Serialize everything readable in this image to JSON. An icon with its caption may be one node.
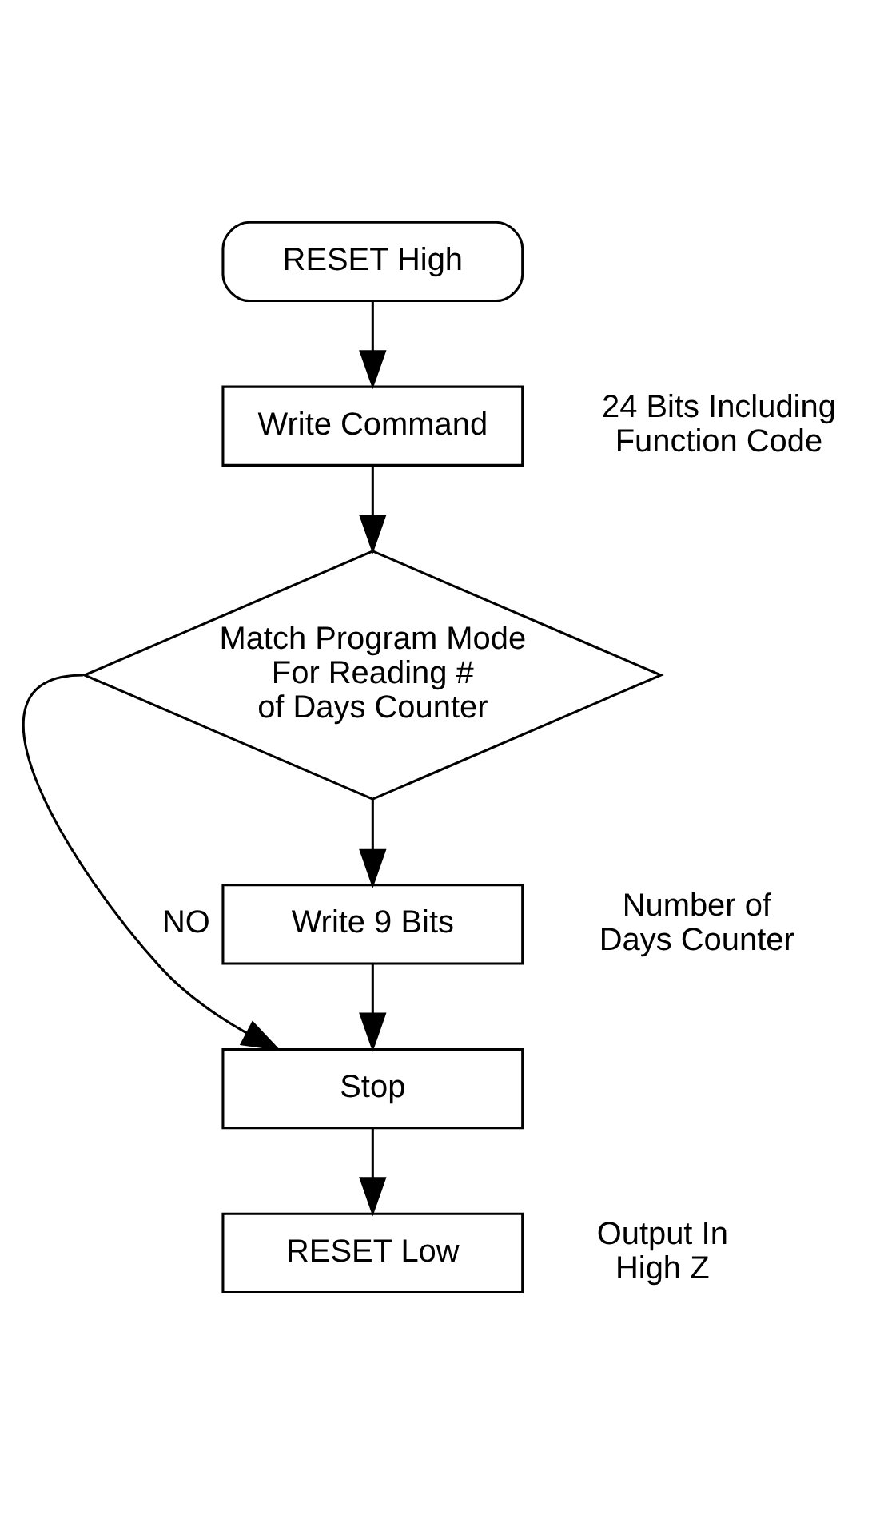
{
  "diagram": {
    "nodes": [
      {
        "text": [
          "RESET High"
        ]
      },
      {
        "text": [
          "Write Command"
        ],
        "beside": [
          "24 Bits Including Function Code"
        ]
      },
      {
        "text": [
          "Match Program Mode For Reading # of Days Counter"
        ]
      },
      {
        "text": [
          "Write 9 Bits"
        ],
        "beside": [
          "Number of Days Counter"
        ]
      },
      {
        "text": [
          "Stop"
        ]
      },
      {
        "text": [
          "RESET Low"
        ],
        "beside": [
          "Output In High Z"
        ]
      }
    ],
    "edges": [
      {
        "from": 0,
        "to": 1,
        "arrow": "to"
      },
      {
        "from": 1,
        "to": 2,
        "arrow": "to"
      },
      {
        "from": 2,
        "to": 3,
        "arrow": "to"
      },
      {
        "from": 2,
        "to": 4,
        "arrow": "to",
        "label": "NO"
      },
      {
        "from": 3,
        "to": 4,
        "arrow": "to"
      },
      {
        "from": 4,
        "to": 5,
        "arrow": "to"
      }
    ]
  }
}
